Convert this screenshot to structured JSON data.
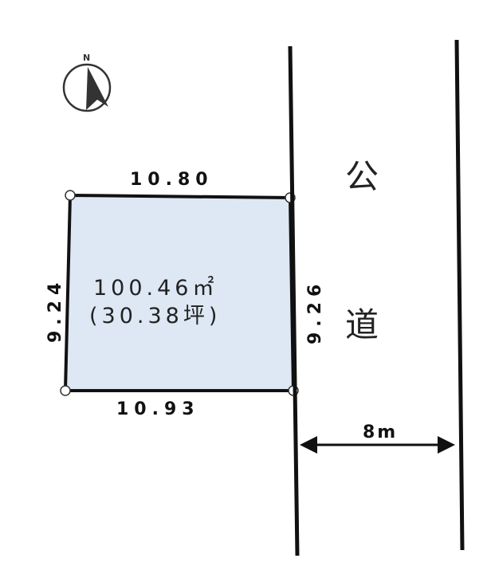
{
  "compass": {
    "label": "N"
  },
  "lot": {
    "top_side": "10.80",
    "bottom_side": "10.93",
    "left_side": "9.24",
    "right_side": "9.26",
    "area_sqm": "100.46㎡",
    "area_tsubo": "(30.38坪)",
    "fill_color": "#dde8f4"
  },
  "road": {
    "label_1": "公",
    "label_2": "道",
    "width": "8m"
  }
}
